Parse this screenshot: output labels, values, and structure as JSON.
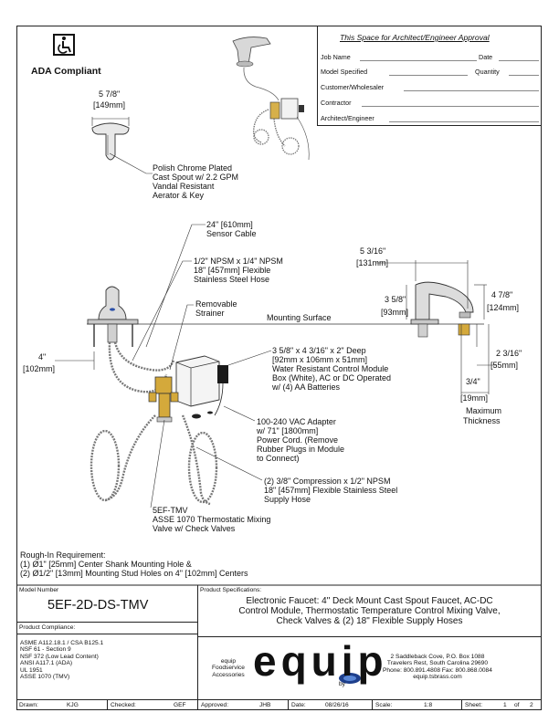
{
  "ada": {
    "label": "ADA Compliant"
  },
  "approval": {
    "title": "This Space for Architect/Engineer Approval",
    "job_name": "Job Name",
    "date": "Date",
    "model_specified": "Model Specified",
    "quantity": "Quantity",
    "customer": "Customer/Wholesaler",
    "contractor": "Contractor",
    "architect": "Architect/Engineer"
  },
  "dims": {
    "top_width_in": "5 7/8\"",
    "top_width_mm": "149mm",
    "reach_in": "5 3/16\"",
    "reach_mm": "131mm",
    "height_in": "3 5/8\"",
    "height_mm": "93mm",
    "overall_in": "4 7/8\"",
    "overall_mm": "124mm",
    "shank_in": "2 3/16\"",
    "shank_mm": "55mm",
    "thickness_in": "3/4\"",
    "thickness_mm": "19mm",
    "thickness_l1": "Maximum",
    "thickness_l2": "Thickness",
    "below_in": "4\"",
    "below_mm": "102mm"
  },
  "callouts": {
    "spout": [
      "Polish Chrome Plated",
      "Cast Spout w/ 2.2 GPM",
      "Vandal Resistant",
      "Aerator & Key"
    ],
    "sensor": [
      "24\" [610mm]",
      "Sensor Cable"
    ],
    "hose": [
      "1/2\" NPSM x 1/4\" NPSM",
      "18\" [457mm] Flexible",
      "Stainless Steel Hose"
    ],
    "strainer": [
      "Removable",
      "Strainer"
    ],
    "mounting_surface": "Mounting Surface",
    "module": [
      "3 5/8\" x 4 3/16\" x 2\" Deep",
      "[92mm x 106mm x 51mm]",
      "Water Resistant Control Module",
      "Box (White),  AC or DC Operated",
      "w/ (4) AA Batteries"
    ],
    "adapter": [
      "100-240 VAC Adapter",
      "w/ 71\" [1800mm]",
      "Power Cord. (Remove",
      "Rubber Plugs in Module",
      "to Connect)"
    ],
    "supply": [
      "(2) 3/8\" Compression x 1/2\" NPSM",
      "18\" [457mm] Flexible Stainless Steel",
      "Supply Hose"
    ],
    "valve": [
      "5EF-TMV",
      "ASSE 1070 Thermostatic Mixing",
      "Valve w/ Check Valves"
    ]
  },
  "roughin": {
    "title": "Rough-In Requirement:",
    "line1": "(1)  Ø1\" [25mm] Center Shank Mounting Hole &",
    "line2": "(2)  Ø1/2\" [13mm] Mounting Stud Holes on 4\" [102mm] Centers"
  },
  "model": {
    "label": "Model Number",
    "value": "5EF-2D-DS-TMV"
  },
  "spec": {
    "label": "Product Specifications:",
    "lines": [
      "Electronic Faucet: 4\" Deck Mount Cast Spout Faucet, AC-DC",
      "Control Module, Thermostatic Temperature Control Mixing Valve,",
      "Check Valves & (2) 18\" Flexible Supply Hoses"
    ]
  },
  "compliance": {
    "label": "Product Compliance:",
    "lines": [
      "ASME A112.18.1 / CSA B125.1",
      "NSF 61 - Section 9",
      "NSF 372 (Low Lead Content)",
      "ANSI A117.1 (ADA)",
      "UL 1951",
      "ASSE 1070 (TMV)"
    ]
  },
  "brand": {
    "sub": [
      "equip",
      "Foodservice",
      "Accessories"
    ],
    "logo": "equip",
    "by": "by",
    "address": [
      "2 Saddleback Cove, P.O. Box 1088",
      "Travelers Rest, South Carolina 29690",
      "Phone: 800.891.4808  Fax: 800.868.0084",
      "equip.tsbrass.com"
    ]
  },
  "footer": {
    "drawn_label": "Drawn:",
    "drawn": "KJG",
    "checked_label": "Checked:",
    "checked": "GEF",
    "approved_label": "Approved:",
    "approved": "JHB",
    "date_label": "Date:",
    "date": "08/26/16",
    "scale_label": "Scale:",
    "scale": "1:8",
    "sheet_label": "Sheet:",
    "sheet": "1",
    "of": "of",
    "total": "2"
  }
}
